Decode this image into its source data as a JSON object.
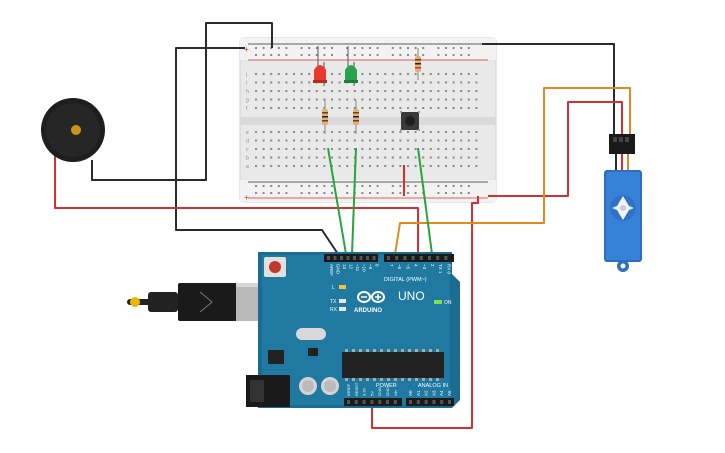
{
  "board": {
    "brand": "ARDUINO",
    "model": "UNO",
    "digital_header": "DIGITAL (PWM~)",
    "analog_header": "ANALOG IN",
    "power_header": "POWER",
    "on_led": "ON",
    "l_led": "L",
    "tx": "TX",
    "rx": "RX",
    "digital_pins": [
      "AREF",
      "GND",
      "13",
      "12",
      "~11",
      "~10",
      "~9",
      "8",
      "7",
      "~6",
      "~5",
      "4",
      "~3",
      "2",
      "TX 1",
      "RX 0"
    ],
    "power_pins": [
      "IOREF",
      "RESET",
      "3.3V",
      "5V",
      "GND",
      "GND",
      "Vin"
    ],
    "analog_pins": [
      "A0",
      "A1",
      "A2",
      "A3",
      "A4",
      "A5"
    ]
  },
  "breadboard": {
    "row_letters_top": [
      "j",
      "i",
      "h",
      "g",
      "f"
    ],
    "row_letters_bottom": [
      "e",
      "d",
      "c",
      "b",
      "a"
    ],
    "plus": "+",
    "minus": "-"
  },
  "components": {
    "led_red": "#e8372c",
    "led_green": "#2aa34a",
    "piezo": "piezo-buzzer",
    "servo": "micro-servo",
    "button": "pushbutton"
  },
  "wires": {
    "black": "#2b2b2b",
    "red": "#d62f2f",
    "green": "#27a43c",
    "orange": "#e08a1e"
  }
}
